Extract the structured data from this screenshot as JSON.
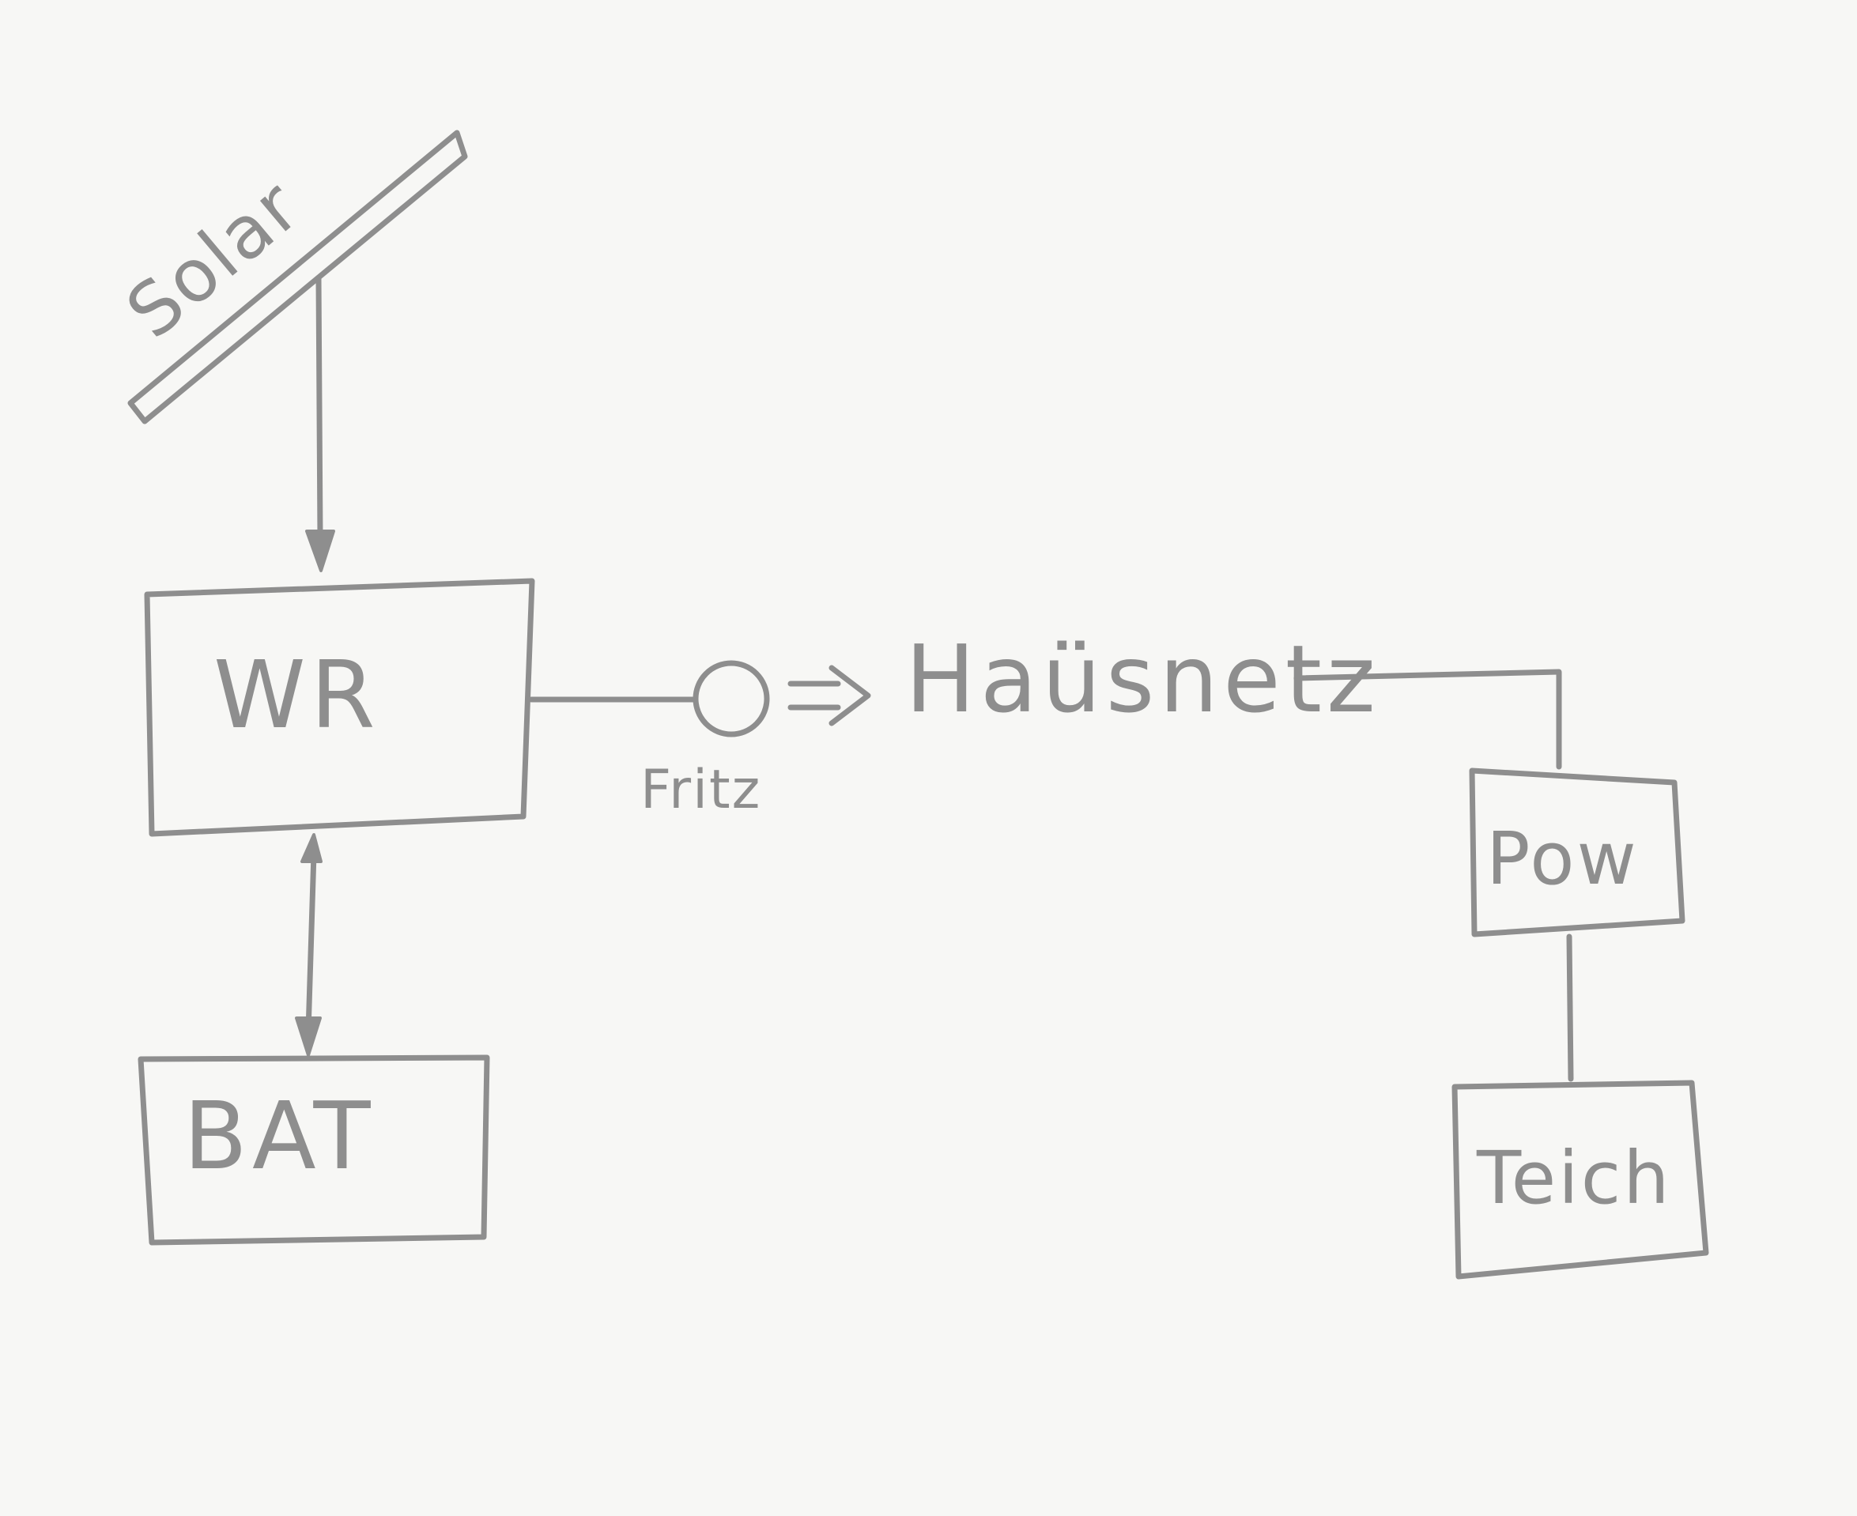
{
  "diagram": {
    "nodes": {
      "solar": {
        "label": "Solar"
      },
      "wr": {
        "label": "WR"
      },
      "bat": {
        "label": "BAT"
      },
      "fritz": {
        "label": "Fritz"
      },
      "hausnetz": {
        "label": "Haüsnetz"
      },
      "pow": {
        "label": "Pow"
      },
      "teich": {
        "label": "Teich"
      }
    },
    "edges": [
      {
        "from": "solar",
        "to": "wr",
        "direction": "forward"
      },
      {
        "from": "wr",
        "to": "bat",
        "direction": "both"
      },
      {
        "from": "wr",
        "to": "fritz",
        "direction": "none"
      },
      {
        "from": "fritz",
        "to": "hausnetz",
        "direction": "forward",
        "style": "double-arrow"
      },
      {
        "from": "hausnetz",
        "to": "pow",
        "direction": "none"
      },
      {
        "from": "pow",
        "to": "teich",
        "direction": "none"
      }
    ],
    "colors": {
      "ink": "#8e8e8e",
      "paper": "#f7f7f5"
    }
  }
}
